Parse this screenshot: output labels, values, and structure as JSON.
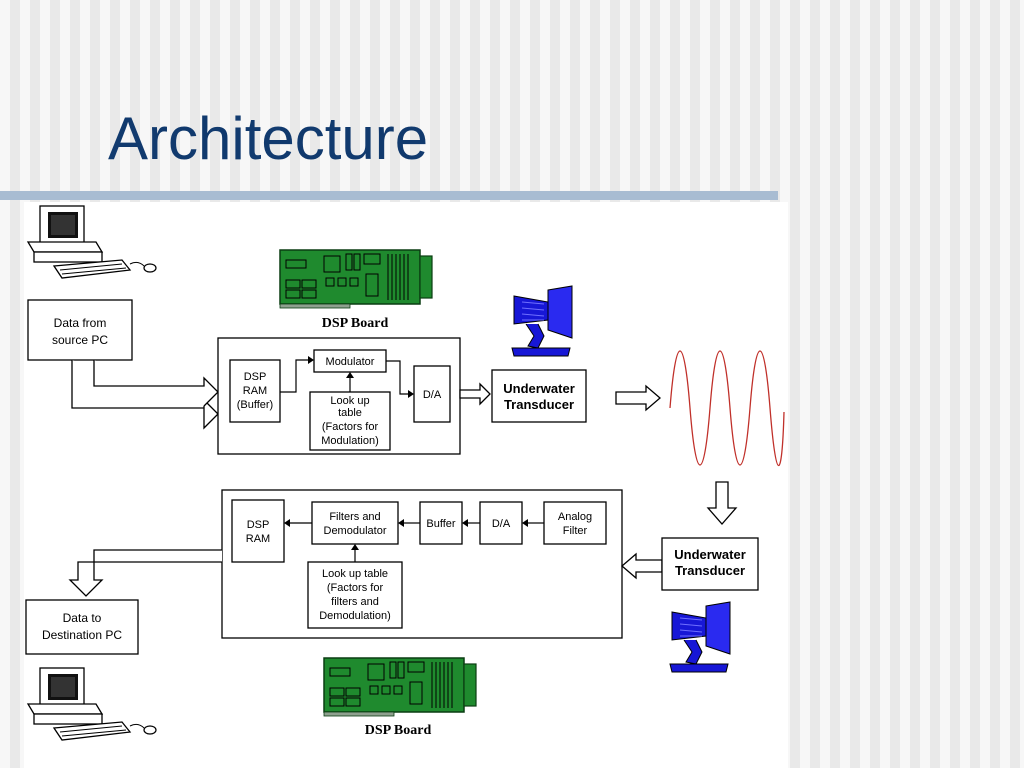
{
  "slide": {
    "title": "Architecture"
  },
  "diagram": {
    "tx": {
      "source": [
        "Data from",
        "source PC"
      ],
      "dsp_ram": [
        "DSP",
        "RAM",
        "(Buffer)"
      ],
      "modulator": "Modulator",
      "lookup": [
        "Look up",
        "table",
        "(Factors for",
        "Modulation)"
      ],
      "da": "D/A",
      "transducer": [
        "Underwater",
        "Transducer"
      ],
      "board_label": "DSP Board"
    },
    "rx": {
      "dsp_ram": [
        "DSP",
        "RAM"
      ],
      "filters": [
        "Filters and",
        "Demodulator"
      ],
      "buffer": "Buffer",
      "da": "D/A",
      "analog": [
        "Analog",
        "Filter"
      ],
      "lookup": [
        "Look up table",
        "(Factors for",
        "filters and",
        "Demodulation)"
      ],
      "transducer": [
        "Underwater",
        "Transducer"
      ],
      "dest": [
        "Data to",
        "Destination PC"
      ],
      "board_label": "DSP Board"
    }
  },
  "colors": {
    "title": "#113a6e",
    "board": "#1f8a2e",
    "transducer": "#1717d6",
    "wave": "#c0302a"
  },
  "icons": [
    "computer-icon",
    "dsp-board-icon",
    "transducer-icon",
    "sine-wave-icon"
  ]
}
